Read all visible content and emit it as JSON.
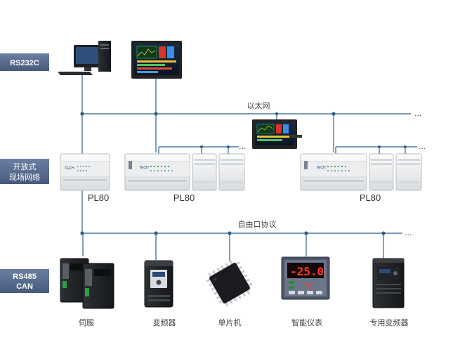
{
  "left_labels": {
    "rs232c": "RS232C",
    "field_network_line1": "开放式",
    "field_network_line2": "现场网络",
    "rs485_line1": "RS485",
    "rs485_line2": "CAN"
  },
  "bus": {
    "ethernet_label": "以太网",
    "protocol_label": "自由口协议",
    "continuation": "..."
  },
  "plc": {
    "label": "PL80"
  },
  "devices": {
    "servo": "伺服",
    "inverter": "变频器",
    "mcu": "单片机",
    "meter": "智能仪表",
    "special_inverter": "专用变频器"
  },
  "meter_display": {
    "value": "-25.0",
    "unit": "°C"
  },
  "colors": {
    "side_label_bg": "#53678c",
    "bus_line": "#4a7aa0",
    "bus_node": "#2f5f88"
  }
}
